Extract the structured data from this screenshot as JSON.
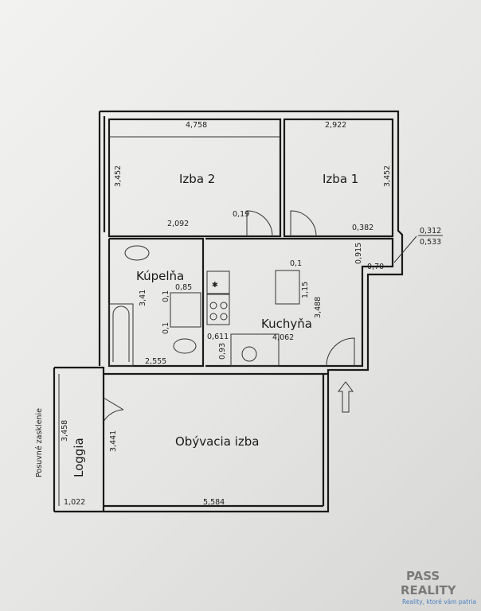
{
  "rooms": {
    "izba2": "Izba 2",
    "izba1": "Izba 1",
    "kupelna": "Kúpelňa",
    "kuchyna": "Kuchyňa",
    "obyvacia": "Obývacia izba",
    "loggia": "Loggia",
    "loggia_note": "Posuvné zasklenie"
  },
  "dimensions": {
    "izba2_width": "4,758",
    "izba2_height": "3,452",
    "izba2_wall": "2,092",
    "izba2_door": "0,19",
    "izba1_width": "2,922",
    "izba1_height": "3,452",
    "izba1_step": "0,382",
    "step_a": "0,312",
    "step_b": "0,533",
    "step_h": "0,915",
    "step_w": "0,70",
    "kupelna_height": "3,41",
    "kupelna_width": "2,555",
    "kupelna_shower": "0,85",
    "kupelna_gap1": "0,1",
    "kupelna_gap2": "0,1",
    "kuchyna_counter": "0,611",
    "kuchyna_sink": "0,93",
    "kuchyna_island_gap": "0,1",
    "kuchyna_island": "1,15",
    "kuchyna_height": "3,488",
    "kuchyna_width": "4,062",
    "obyvacia_height": "3,441",
    "obyvacia_width": "5,584",
    "loggia_height": "3,458",
    "loggia_width": "1,022"
  },
  "entrance_icon": "arrow-up-icon",
  "logo": {
    "line1": "PASS",
    "line2": "REALITY",
    "tagline": "Reality, ktoré vám patria"
  },
  "colors": {
    "walls": "#1a1a1a",
    "paper": "#ececea",
    "logo": "#7a7a7a",
    "tagline": "#4a7fc0"
  }
}
